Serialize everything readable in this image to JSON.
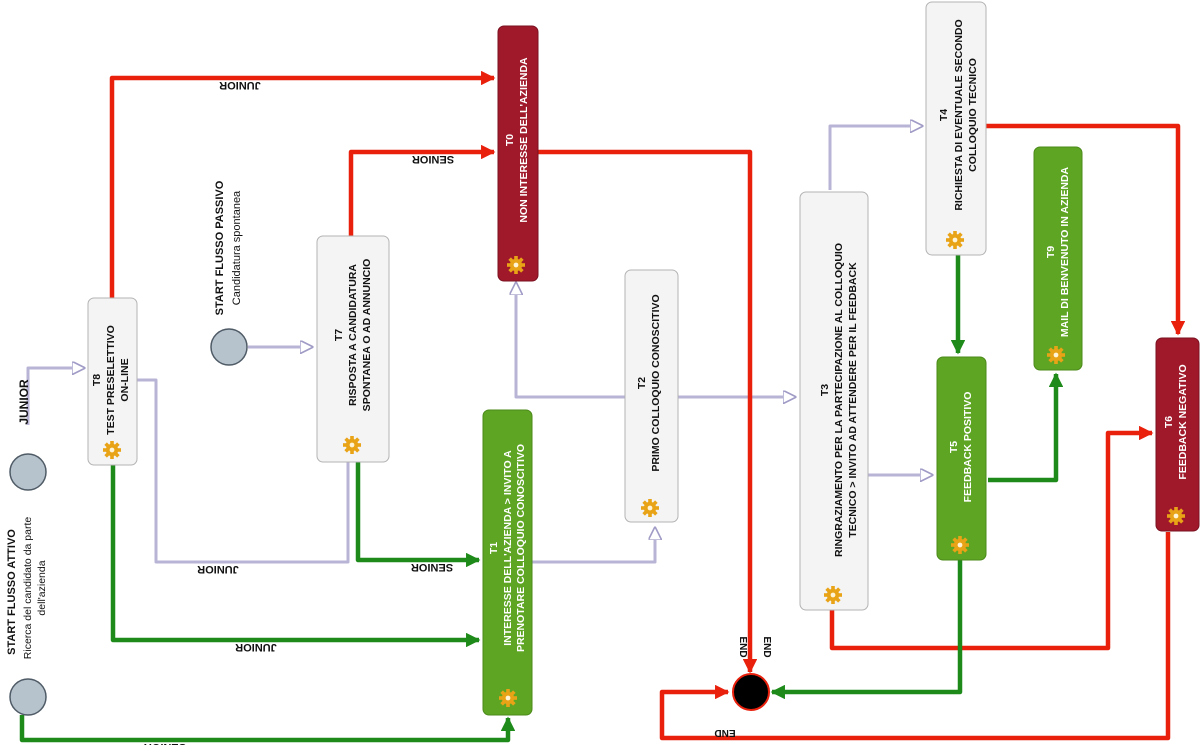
{
  "nodes": {
    "t0": {
      "code": "T0",
      "title": "NON INTERESSE DELL'AZIENDA",
      "kind": "negative"
    },
    "t1": {
      "code": "T1",
      "line1": "INTERESSE DELL'AZIENDA > INVITO A",
      "line2": "PRENOTARE COLLOQUIO CONOSCITIVO",
      "kind": "positive"
    },
    "t2": {
      "code": "T2",
      "title": "PRIMO COLLOQUIO CONOSCITIVO",
      "kind": "neutral"
    },
    "t3": {
      "code": "T3",
      "line1": "RINGRAZIAMENTO PER LA PARTECIPAZIONE AL COLLOQUIO",
      "line2": "TECNICO > INVITO AD ATTENDERE PER IL FEEDBACK",
      "kind": "neutral"
    },
    "t4": {
      "code": "T4",
      "line1": "RICHIESTA DI EVENTUALE SECONDO",
      "line2": "COLLOQUIO TECNICO",
      "kind": "neutral"
    },
    "t5": {
      "code": "T5",
      "title": "FEEDBACK POSITIVO",
      "kind": "positive"
    },
    "t6": {
      "code": "T6",
      "title": "FEEDBACK NEGATIVO",
      "kind": "negative"
    },
    "t7": {
      "code": "T7",
      "line1": "RISPOSTA A CANDIDATURA",
      "line2": "SPONTANEA O AD ANNUNCIO",
      "kind": "neutral"
    },
    "t8": {
      "code": "T8",
      "line1": "TEST PRESELETTIVO",
      "line2": "ON-LINE",
      "kind": "neutral"
    },
    "t9": {
      "code": "T9",
      "title": "MAIL DI BENVENUTO IN AZIENDA",
      "kind": "positive"
    }
  },
  "starts": {
    "passivo": {
      "title": "START FLUSSO PASSIVO",
      "subtitle": "Candidatura spontanea"
    },
    "attivo": {
      "title": "START FLUSSO ATTIVO",
      "subtitle1": "Ricerca del candidato da parte",
      "subtitle2": "dell'azienda"
    }
  },
  "edge_labels": {
    "junior": "JUNIOR",
    "senior": "SENIOR",
    "end": "END"
  },
  "colors": {
    "positive": "#5ea524",
    "negative": "#a0192b",
    "neutral_fill": "#f4f4f4",
    "neutral_stroke": "#b3b3b3",
    "start_fill": "#b6c2cc",
    "red_line": "#e8200c",
    "green_line": "#1e8a1a",
    "lav_line": "#b8b4d6",
    "gear": "#e8a317"
  },
  "icons": {
    "gear": "gear-icon"
  }
}
